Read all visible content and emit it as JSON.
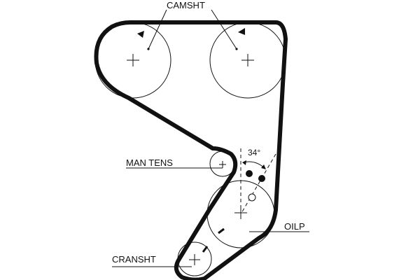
{
  "labels": {
    "camshaft": "CAMSHT",
    "manual_tensioner": "MAN TENS",
    "oil_pump": "OILP",
    "crankshaft": "CRANSHT",
    "angle": "34°"
  },
  "colors": {
    "ink": "#111111",
    "background": "#ffffff"
  }
}
